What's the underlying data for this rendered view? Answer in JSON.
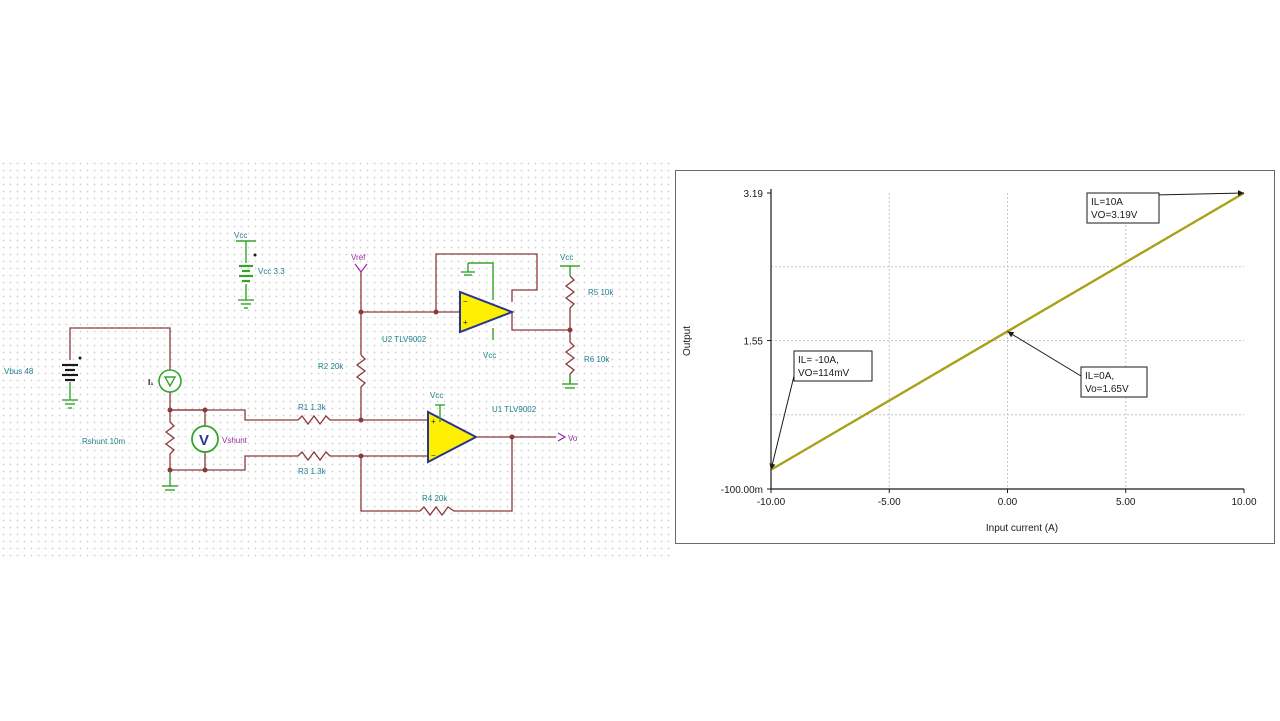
{
  "schematic": {
    "labels": {
      "vcc_source_node": "Vcc",
      "vcc_source": "Vcc 3.3",
      "vref": "Vref",
      "vcc_u2": "Vcc",
      "r5": "R5 10k",
      "r6": "R6 10k",
      "u2": "U2 TLV9002",
      "u2_vcc_pin": "Vcc",
      "vbus": "Vbus 48",
      "current_source": "I₁",
      "r2": "R2 20k",
      "vcc_u1": "Vcc",
      "u1": "U1 TLV9002",
      "r1": "R1 1.3k",
      "rshunt": "Rshunt 10m",
      "voltmeter": "V",
      "vshunt": "Vshunt",
      "vo": "Vo",
      "r3": "R3 1.3k",
      "r4": "R4 20k"
    }
  },
  "chart_data": {
    "type": "line",
    "xlabel": "Input current (A)",
    "ylabel": "Output",
    "x_ticks": [
      "-10.00",
      "-5.00",
      "0.00",
      "5.00",
      "10.00"
    ],
    "y_ticks": [
      "3.19",
      "1.55",
      "-100.00m"
    ],
    "xlim": [
      -10,
      10
    ],
    "ylim": [
      -0.1,
      3.19
    ],
    "grid": true,
    "line_color": "#a8a218",
    "series": [
      {
        "x": [
          -10,
          10
        ],
        "y": [
          0.114,
          3.19
        ]
      }
    ],
    "annotations": [
      {
        "lines": [
          "IL=10A",
          "VO=3.19V"
        ],
        "x": 10,
        "y": 3.19
      },
      {
        "lines": [
          "IL= -10A,",
          "VO=114mV"
        ],
        "x": -10,
        "y": 0.114
      },
      {
        "lines": [
          "IL=0A,",
          "Vo=1.65V"
        ],
        "x": 0,
        "y": 1.65
      }
    ]
  }
}
